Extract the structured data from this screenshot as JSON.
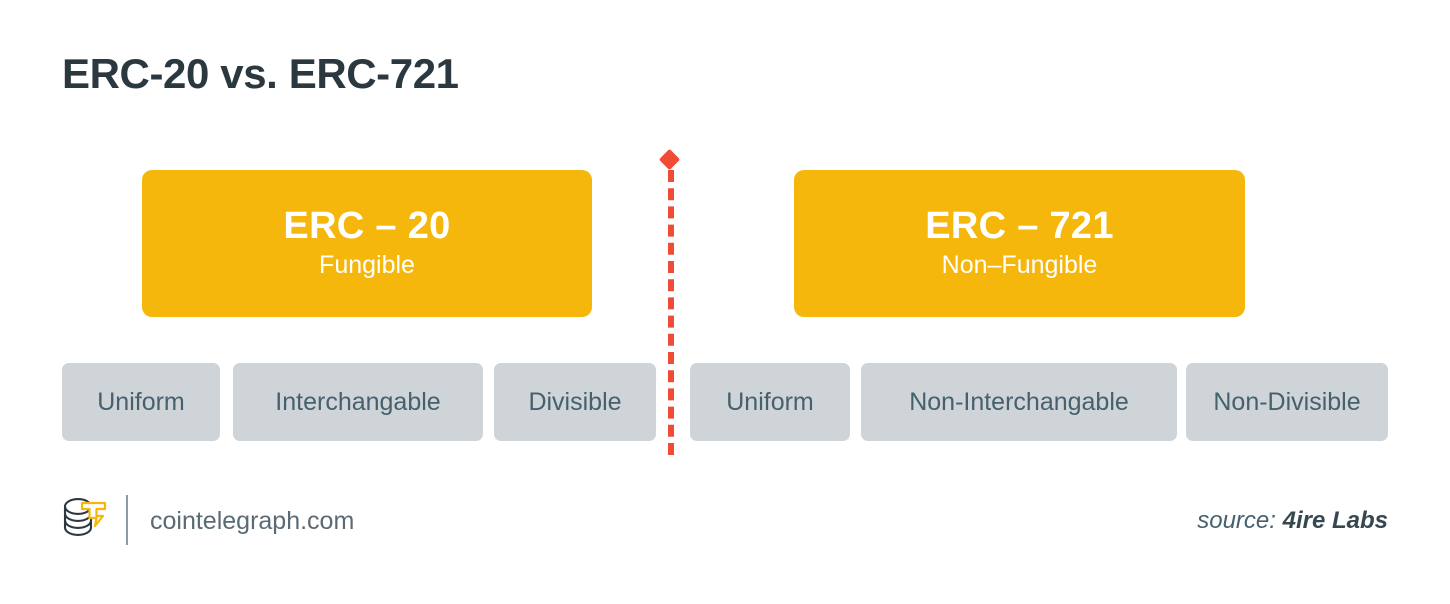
{
  "page": {
    "title": "ERC-20 vs. ERC-721",
    "background_color": "#ffffff"
  },
  "colors": {
    "accent_yellow": "#f5b70c",
    "chip_gray": "#ced4d7",
    "divider_red": "#f04b35",
    "text_dark": "#2b3840",
    "text_muted": "#46606e"
  },
  "comparison": {
    "left": {
      "card": {
        "title": "ERC – 20",
        "subtitle": "Fungible"
      },
      "attributes": [
        {
          "label": "Uniform"
        },
        {
          "label": "Interchangable"
        },
        {
          "label": "Divisible"
        }
      ]
    },
    "right": {
      "card": {
        "title": "ERC – 721",
        "subtitle": "Non–Fungible"
      },
      "attributes": [
        {
          "label": "Uniform"
        },
        {
          "label": "Non-Interchangable"
        },
        {
          "label": "Non-Divisible"
        }
      ]
    }
  },
  "divider": {
    "marker_icon": "diamond-marker-icon",
    "style": "dashed-vertical"
  },
  "footer": {
    "logo_icon": "cointelegraph-coin-bolt-logo-icon",
    "site": "cointelegraph.com",
    "source_label": "source:",
    "source_name": "4ire Labs"
  }
}
